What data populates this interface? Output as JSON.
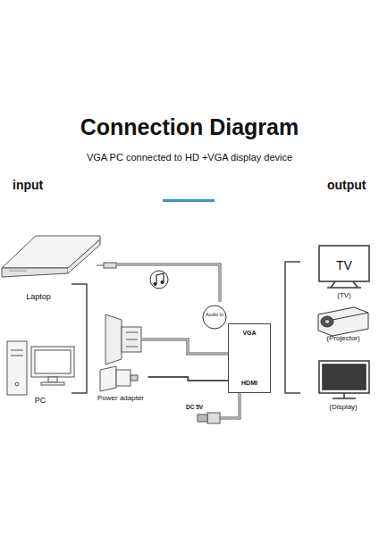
{
  "diagram": {
    "title": "Connection Diagram",
    "nodes": [
      {
        "text": [
          "Laptop"
        ]
      },
      {
        "text": [
          "PC"
        ]
      },
      {
        "text": [
          "Power adapter"
        ]
      },
      {
        "text": [
          "VGA",
          "HDMI"
        ]
      },
      {
        "text": [
          "TV",
          "(TV)"
        ]
      },
      {
        "text": [
          "(Projector)"
        ]
      },
      {
        "text": [
          "(Display)"
        ]
      }
    ],
    "edges": [
      {
        "from": 2,
        "to": 3,
        "arrow": "none"
      }
    ],
    "labels": [
      "VGA PC connected to HD +VGA display device",
      "input",
      "output",
      "Audio In",
      "DC 5V"
    ]
  }
}
